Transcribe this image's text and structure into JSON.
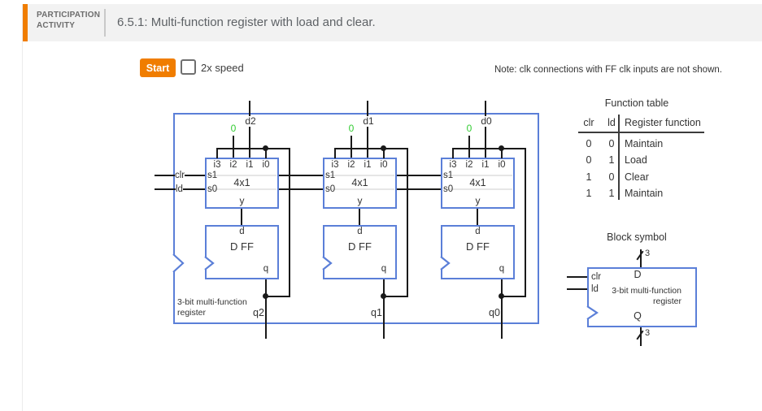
{
  "colors": {
    "accent_orange": "#f07d00",
    "diagram_blue": "#5b7fd8",
    "constant_green": "#33cc33",
    "wire_black": "#1a1a1a"
  },
  "header": {
    "kicker_line1": "PARTICIPATION",
    "kicker_line2": "ACTIVITY",
    "title": "6.5.1: Multi-function register with load and clear."
  },
  "controls": {
    "start_label": "Start",
    "speed_label": "2x speed",
    "note": "Note: clk connections with FF clk inputs are not shown."
  },
  "diagram": {
    "caption_line1": "3-bit multi-function",
    "caption_line2": "register",
    "clr_label": "clr",
    "ld_label": "ld",
    "const_zero": "0",
    "mux": {
      "label": "4x1",
      "inputs": [
        "i3",
        "i2",
        "i1",
        "i0"
      ],
      "selects": [
        "s1",
        "s0"
      ],
      "output": "y"
    },
    "ff": {
      "label": "D FF",
      "d_label": "d",
      "q_label": "q"
    },
    "cells": [
      {
        "d_label": "d2",
        "q_label": "q2"
      },
      {
        "d_label": "d1",
        "q_label": "q1"
      },
      {
        "d_label": "d0",
        "q_label": "q0"
      }
    ]
  },
  "function_table": {
    "title": "Function table",
    "headers": [
      "clr",
      "ld",
      "Register function"
    ],
    "rows": [
      [
        "0",
        "0",
        "Maintain"
      ],
      [
        "0",
        "1",
        "Load"
      ],
      [
        "1",
        "0",
        "Clear"
      ],
      [
        "1",
        "1",
        "Maintain"
      ]
    ]
  },
  "block_symbol": {
    "title": "Block symbol",
    "d_label": "D",
    "q_label": "Q",
    "clr_label": "clr",
    "ld_label": "ld",
    "bus_width": "3",
    "name_line1": "3-bit multi-function",
    "name_line2": "register"
  }
}
